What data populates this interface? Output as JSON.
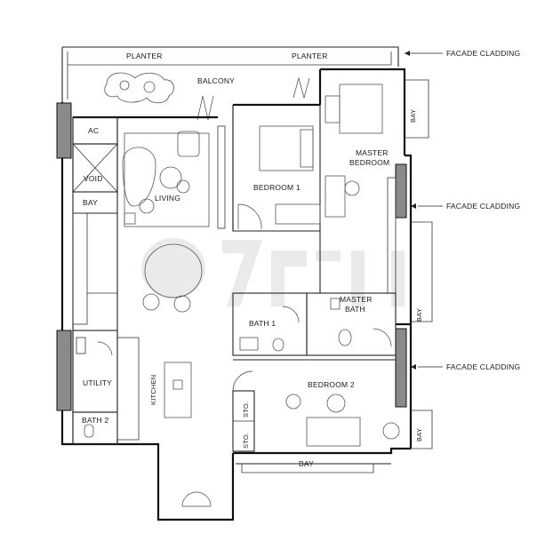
{
  "rooms": {
    "planter_left": "PLANTER",
    "planter_right": "PLANTER",
    "balcony": "BALCONY",
    "ac": "AC",
    "void": "VOID",
    "bay_left": "BAY",
    "living": "LIVING",
    "bedroom1": "BEDROOM 1",
    "master_bedroom_line1": "MASTER",
    "master_bedroom_line2": "BEDROOM",
    "bay_master": "BAY",
    "master_bath_line1": "MASTER",
    "master_bath_line2": "BATH",
    "bay_right_mid": "BAY",
    "bath1": "BATH 1",
    "utility": "UTILITY",
    "kitchen": "KITCHEN",
    "bath2": "BATH 2",
    "sto_upper": "STO.",
    "sto_lower": "STO.",
    "bedroom2": "BEDROOM 2",
    "bay_bottom": "BAY",
    "bay_right_bottom": "BAY"
  },
  "annotations": [
    {
      "label": "FACADE CLADDING"
    },
    {
      "label": "FACADE CLADDING"
    },
    {
      "label": "FACADE CLADDING"
    }
  ],
  "colors": {
    "wall": "#111111",
    "cladding": "#8a8a8a",
    "watermark": "#d9d9d9"
  }
}
